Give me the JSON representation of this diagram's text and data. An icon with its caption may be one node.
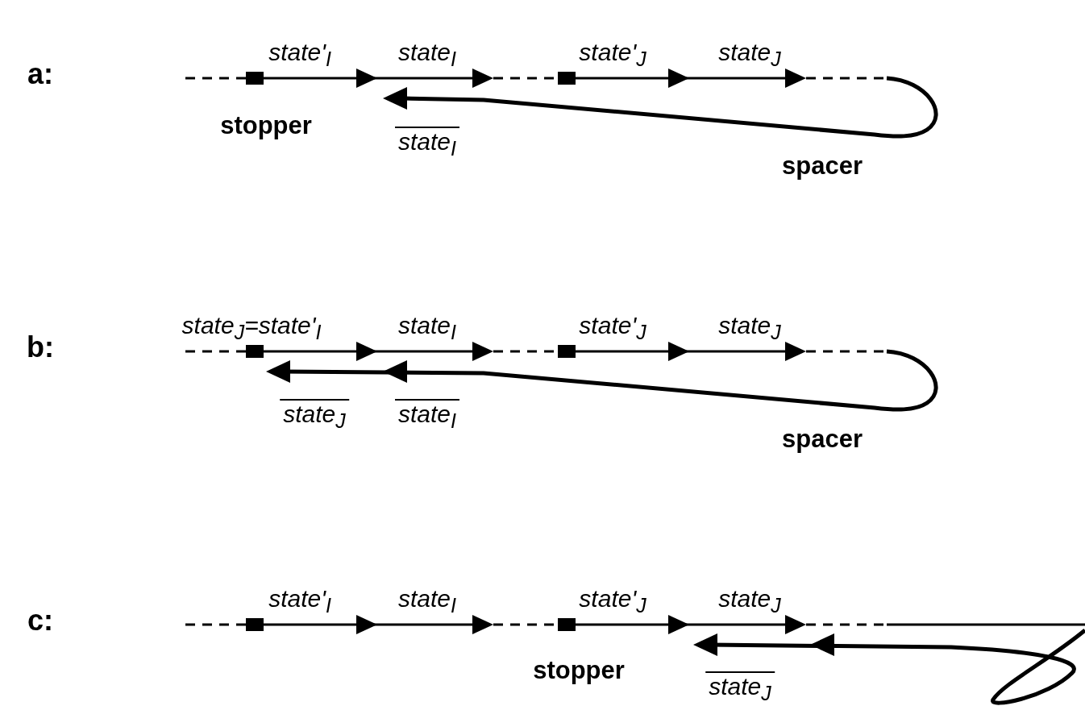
{
  "diagram": {
    "labels": [
      "state'$_{I}$",
      "state$_{I}$",
      "state'$_{J}$",
      "state$_{J}$",
      "a:",
      "stopper",
      "state$_{I}$",
      "spacer",
      "state$_{J}$=state'$_{I}$",
      "state$_{I}$",
      "state'$_{J}$",
      "state$_{J}$",
      "b:",
      "state$_{J}$",
      "state$_{I}$",
      "spacer",
      "state'$_{I}$",
      "state$_{I}$",
      "state'$_{J}$",
      "state$_{J}$",
      "c:",
      "stopper",
      "state$_{J}$"
    ]
  }
}
